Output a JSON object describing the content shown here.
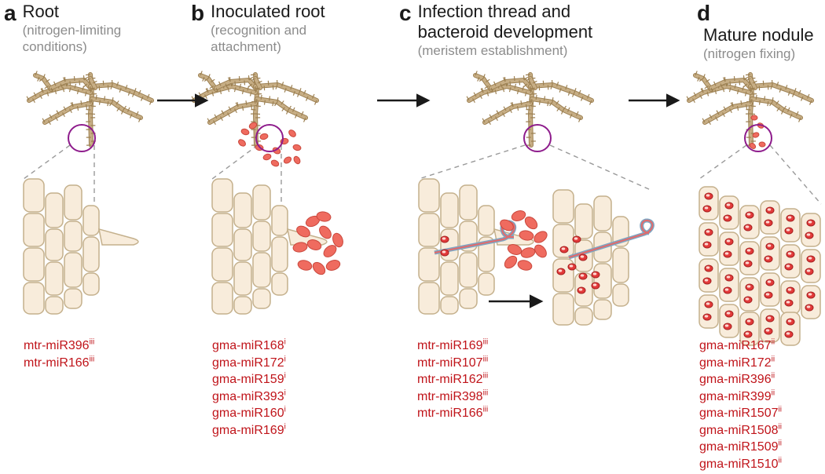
{
  "panels": [
    {
      "letter": "a",
      "title": "Root",
      "subtitle": "(nitrogen-limiting\nconditions)",
      "mirnas": [
        {
          "name": "mtr-miR396",
          "sup": "iii"
        },
        {
          "name": "mtr-miR166",
          "sup": "iii"
        }
      ]
    },
    {
      "letter": "b",
      "title": "Inoculated root",
      "subtitle": "(recognition and\nattachment)",
      "mirnas": [
        {
          "name": "gma-miR168",
          "sup": "i"
        },
        {
          "name": "gma-miR172",
          "sup": "i"
        },
        {
          "name": "gma-miR159",
          "sup": "i"
        },
        {
          "name": "gma-miR393",
          "sup": "i"
        },
        {
          "name": "gma-miR160",
          "sup": "i"
        },
        {
          "name": "gma-miR169",
          "sup": "i"
        }
      ]
    },
    {
      "letter": "c",
      "title": "Infection thread and\nbacteroid development",
      "subtitle": "(meristem establishment)",
      "mirnas": [
        {
          "name": "mtr-miR169",
          "sup": "iii"
        },
        {
          "name": "mtr-miR107",
          "sup": "iii"
        },
        {
          "name": "mtr-miR162",
          "sup": "iii"
        },
        {
          "name": "mtr-miR398",
          "sup": "iii"
        },
        {
          "name": "mtr-miR166",
          "sup": "iii"
        }
      ]
    },
    {
      "letter": "d",
      "title": "Mature nodule",
      "subtitle": "(nitrogen fixing)",
      "mirnas": [
        {
          "name": "gma-miR167",
          "sup": "ii"
        },
        {
          "name": "gma-miR172",
          "sup": "ii"
        },
        {
          "name": "gma-miR396",
          "sup": "ii"
        },
        {
          "name": "gma-miR399",
          "sup": "ii"
        },
        {
          "name": "gma-miR1507",
          "sup": "ii"
        },
        {
          "name": "gma-miR1508",
          "sup": "ii"
        },
        {
          "name": "gma-miR1509",
          "sup": "ii"
        },
        {
          "name": "gma-miR1510",
          "sup": "ii"
        }
      ]
    }
  ],
  "colors": {
    "root": "#c7ae85",
    "root_dark": "#9d8153",
    "cell_fill": "#f8ecdb",
    "cell_stroke": "#c4b08c",
    "bacteria": "#ef6b5f",
    "bacteria_stroke": "#c9483d",
    "circle": "#8e1c8c",
    "mirna_text": "#c0141a",
    "arrow": "#1a1a1a",
    "thread_outer": "#7fa5c2",
    "thread_inner": "#e26a6a"
  }
}
